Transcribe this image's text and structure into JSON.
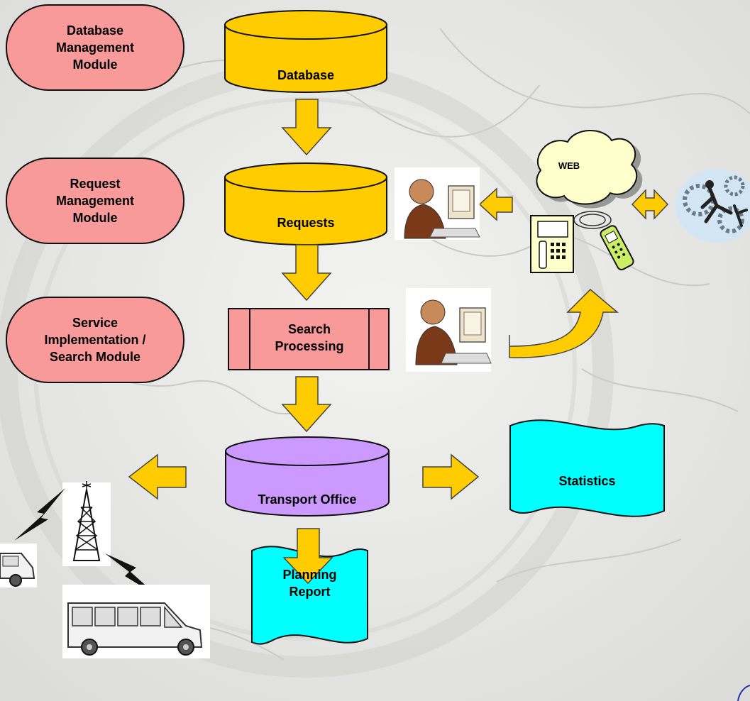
{
  "modules": [
    {
      "label": "Database\nManagement\nModule"
    },
    {
      "label": "Request\nManagement\nModule"
    },
    {
      "label": "Service\nImplementation /\nSearch Module"
    }
  ],
  "flow": {
    "database": "Database",
    "requests": "Requests",
    "search": "Search\nProcessing",
    "transport": "Transport Office",
    "planning": "Planning\nReport",
    "statistics": "Statistics"
  },
  "cloud_label": "WEB",
  "colors": {
    "module_fill": "#f99a9a",
    "database_fill": "#ffcc00",
    "process_fill": "#f99a9a",
    "transport_fill": "#cc99ff",
    "document_fill": "#00ffff",
    "arrow_fill": "#ffcc00"
  },
  "icons": [
    "operator-icon",
    "web-cloud-icon",
    "telephone-icon",
    "mobile-phone-icon",
    "business-gears-icon",
    "radio-tower-icon",
    "minibus-icon"
  ]
}
